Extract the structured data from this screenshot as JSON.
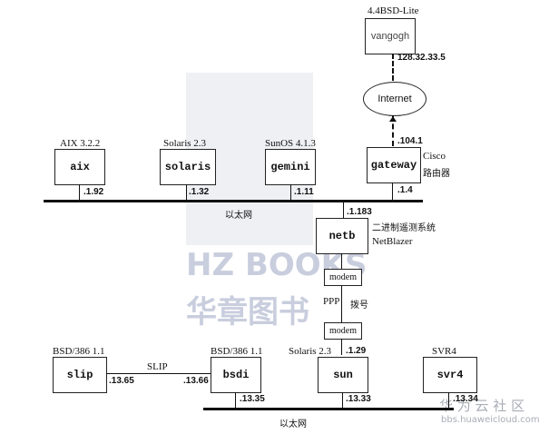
{
  "watermark": {
    "brand": "HZ BOOKS",
    "brand_cn": "华章图书",
    "site_cn": "华 为 云 社 区",
    "site_url": "bbs.huaweicloud.com"
  },
  "hosts": {
    "vangogh": {
      "name": "vangogh",
      "os": "4.4BSD-Lite",
      "addr": "128.32.33.5"
    },
    "aix": {
      "name": "aix",
      "os": "AIX 3.2.2",
      "addr": ".1.92"
    },
    "solaris": {
      "name": "solaris",
      "os": "Solaris 2.3",
      "addr": ".1.32"
    },
    "gemini": {
      "name": "gemini",
      "os": "SunOS 4.1.3",
      "addr": ".1.11"
    },
    "gateway": {
      "name": "gateway",
      "os": "Cisco",
      "os_cn": "路由器",
      "addr_top": ".104.1",
      "addr": ".1.4"
    },
    "netb": {
      "name": "netb",
      "os": "NetBlazer",
      "os_cn": "二进制遥测系统",
      "addr": ".1.183"
    },
    "slip": {
      "name": "slip",
      "os": "BSD/386 1.1",
      "addr": ".13.65"
    },
    "bsdi": {
      "name": "bsdi",
      "os": "BSD/386 1.1",
      "addr_left": ".13.66",
      "addr": ".13.35"
    },
    "sun": {
      "name": "sun",
      "os": "Solaris 2.3",
      "addr_top": ".1.29",
      "addr": ".13.33"
    },
    "svr4": {
      "name": "svr4",
      "os": "SVR4",
      "addr": ".13.34"
    }
  },
  "internet": "Internet",
  "ethernet_top": "以太网",
  "ethernet_bottom": "以太网",
  "modem_top": "modem",
  "modem_bottom": "modem",
  "ppp": "PPP",
  "dialup_cn": "拨号",
  "slip_link": "SLIP"
}
